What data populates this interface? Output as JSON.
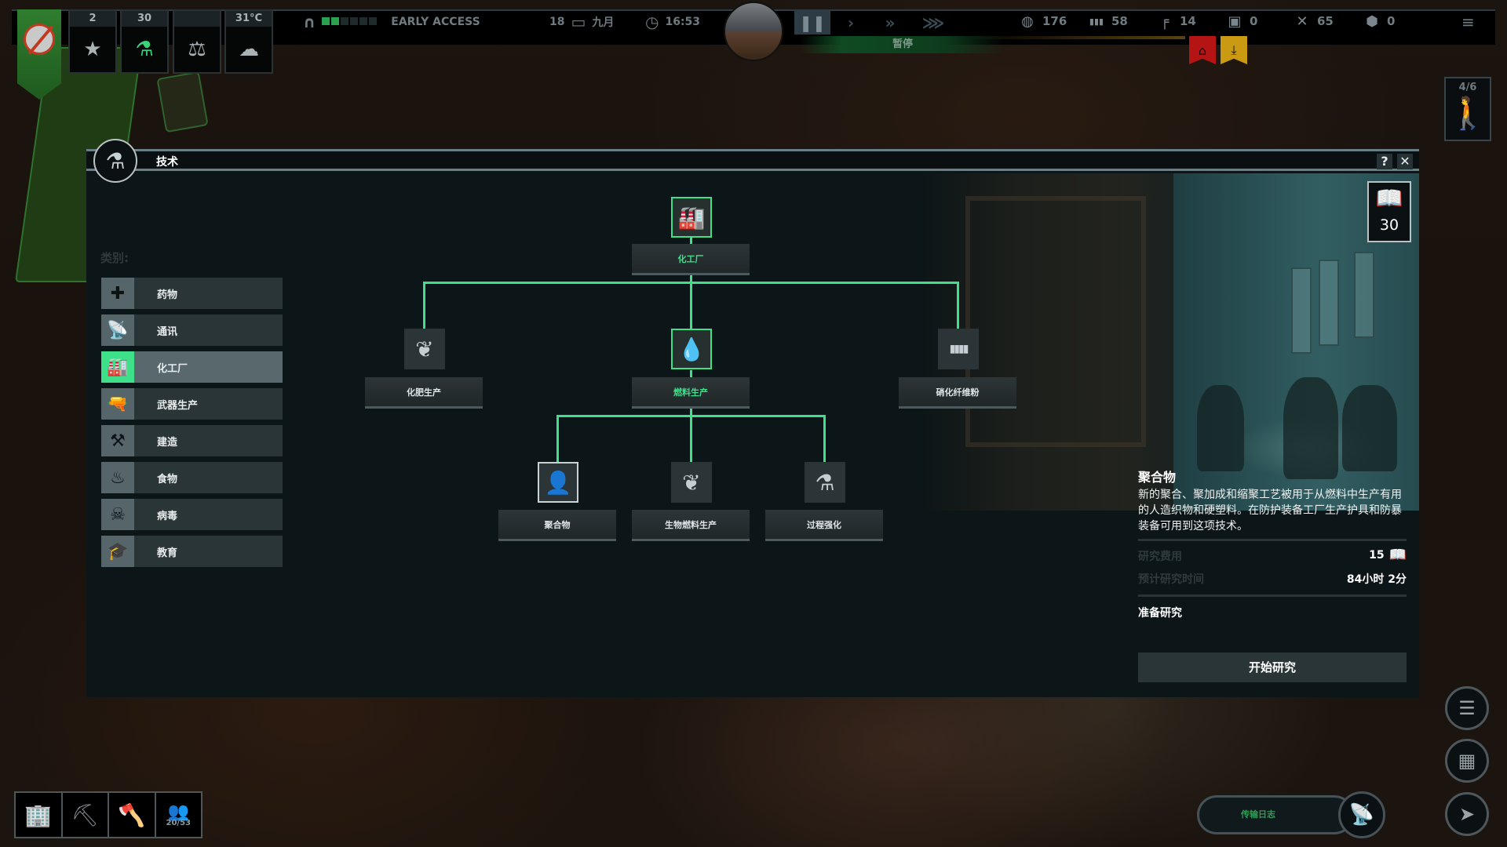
{
  "topbar": {
    "stats": [
      {
        "value": "2",
        "icon": "star-icon",
        "glyph": "★",
        "active": false
      },
      {
        "value": "30",
        "icon": "microscope-icon",
        "glyph": "⚗",
        "active": true
      },
      {
        "value": "",
        "icon": "scales-icon",
        "glyph": "⚖",
        "active": false
      },
      {
        "value": "31°C",
        "icon": "cloud-icon",
        "glyph": "☁",
        "active": false
      }
    ],
    "early_access": "EARLY ACCESS",
    "day": "18",
    "month": "九月",
    "time": "16:53",
    "pause_label": "暂停",
    "resources": [
      {
        "icon": "coin-icon",
        "glyph": "◍",
        "value": "176"
      },
      {
        "icon": "ammo-icon",
        "glyph": "▮▮▮",
        "value": "58"
      },
      {
        "icon": "pistol-icon",
        "glyph": "╒",
        "value": "14"
      },
      {
        "icon": "fuel-icon",
        "glyph": "▣",
        "value": "0"
      },
      {
        "icon": "tools-icon",
        "glyph": "✕",
        "value": "65"
      },
      {
        "icon": "crate-icon",
        "glyph": "⬢",
        "value": "0"
      }
    ],
    "alerts": [
      {
        "icon": "house-alert-icon",
        "color": "#b51414"
      },
      {
        "icon": "download-alert-icon",
        "color": "#c99a12"
      }
    ]
  },
  "squad": {
    "count": "4/6"
  },
  "panel": {
    "title": "技术",
    "help": "?",
    "close": "✕",
    "category_label": "类别:",
    "categories": [
      {
        "label": "药物",
        "glyph": "✚"
      },
      {
        "label": "通讯",
        "glyph": "📡"
      },
      {
        "label": "化工厂",
        "glyph": "🏭"
      },
      {
        "label": "武器生产",
        "glyph": "🔫"
      },
      {
        "label": "建造",
        "glyph": "⚒"
      },
      {
        "label": "食物",
        "glyph": "♨"
      },
      {
        "label": "病毒",
        "glyph": "☠"
      },
      {
        "label": "教育",
        "glyph": "🎓"
      }
    ],
    "active_category": 2,
    "research_points": "30",
    "tree": [
      {
        "id": "chemical-plant",
        "label": "化工厂",
        "state": "unlocked",
        "glyph": "🏭"
      },
      {
        "id": "fertilizer",
        "label": "化肥生产",
        "state": "locked",
        "glyph": "❦"
      },
      {
        "id": "fuel",
        "label": "燃料生产",
        "state": "unlocked",
        "glyph": "💧"
      },
      {
        "id": "nitrocellulose",
        "label": "硝化纤维粉",
        "state": "locked",
        "glyph": "▮▮▮▮"
      },
      {
        "id": "polymers",
        "label": "聚合物",
        "state": "selected",
        "glyph": "👤"
      },
      {
        "id": "biofuel",
        "label": "生物燃料生产",
        "state": "locked",
        "glyph": "❦"
      },
      {
        "id": "process-intensification",
        "label": "过程强化",
        "state": "locked",
        "glyph": "⚗"
      }
    ],
    "info": {
      "title": "聚合物",
      "description": "新的聚合、聚加成和缩聚工艺被用于从燃料中生产有用的人造织物和硬塑料。在防护装备工厂生产护具和防暴装备可用到这项技术。",
      "cost_label": "研究费用",
      "cost_value": "15",
      "time_label": "预计研究时间",
      "time_value": "84小时 2分",
      "status": "准备研究",
      "start_button": "开始研究"
    }
  },
  "bottom": {
    "population": "20/53",
    "comm_label": "传输日志"
  },
  "colors": {
    "accent": "#3ee08a",
    "panel_bg": "#0c1517",
    "category_bg": "#2a3537"
  }
}
